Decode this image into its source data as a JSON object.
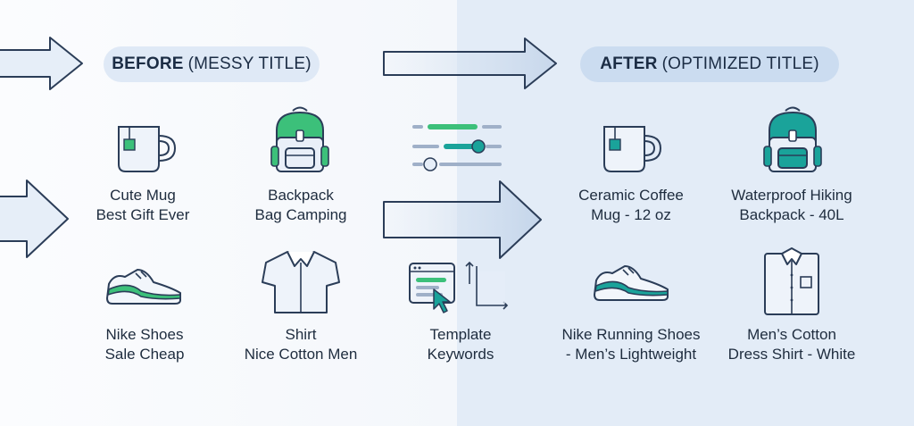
{
  "sections": {
    "before": {
      "bold": "BEFORE",
      "rest": "(MESSY TITLE)"
    },
    "after": {
      "bold": "AFTER",
      "rest": "(OPTIMIZED TITLE)"
    }
  },
  "before_items": [
    {
      "icon": "mug-icon",
      "line1": "Cute Mug",
      "line2": "Best Gift Ever"
    },
    {
      "icon": "backpack-icon",
      "line1": "Backpack",
      "line2": "Bag Camping"
    },
    {
      "icon": "sneaker-icon",
      "line1": "Nike Shoes",
      "line2": "Sale Cheap"
    },
    {
      "icon": "shirt-icon",
      "line1": "Shirt",
      "line2": "Nice Cotton Men"
    }
  ],
  "middle": {
    "icon": "template-window-icon",
    "line1": "Template",
    "line2": "Keywords"
  },
  "after_items": [
    {
      "icon": "ceramic-mug-icon",
      "line1": "Ceramic Coffee",
      "line2": "Mug - 12 oz"
    },
    {
      "icon": "hiking-backpack-icon",
      "line1": "Waterproof Hiking",
      "line2": "Backpack - 40L"
    },
    {
      "icon": "running-shoe-icon",
      "line1": "Nike Running Shoes",
      "line2": "- Men’s Lightweight"
    },
    {
      "icon": "dress-shirt-icon",
      "line1": "Men’s Cotton",
      "line2": "Dress Shirt - White"
    }
  ],
  "colors": {
    "outline": "#2b3d58",
    "green": "#3cc07a",
    "teal": "#1aa39a",
    "arrow_fill": "#cfdcee"
  }
}
